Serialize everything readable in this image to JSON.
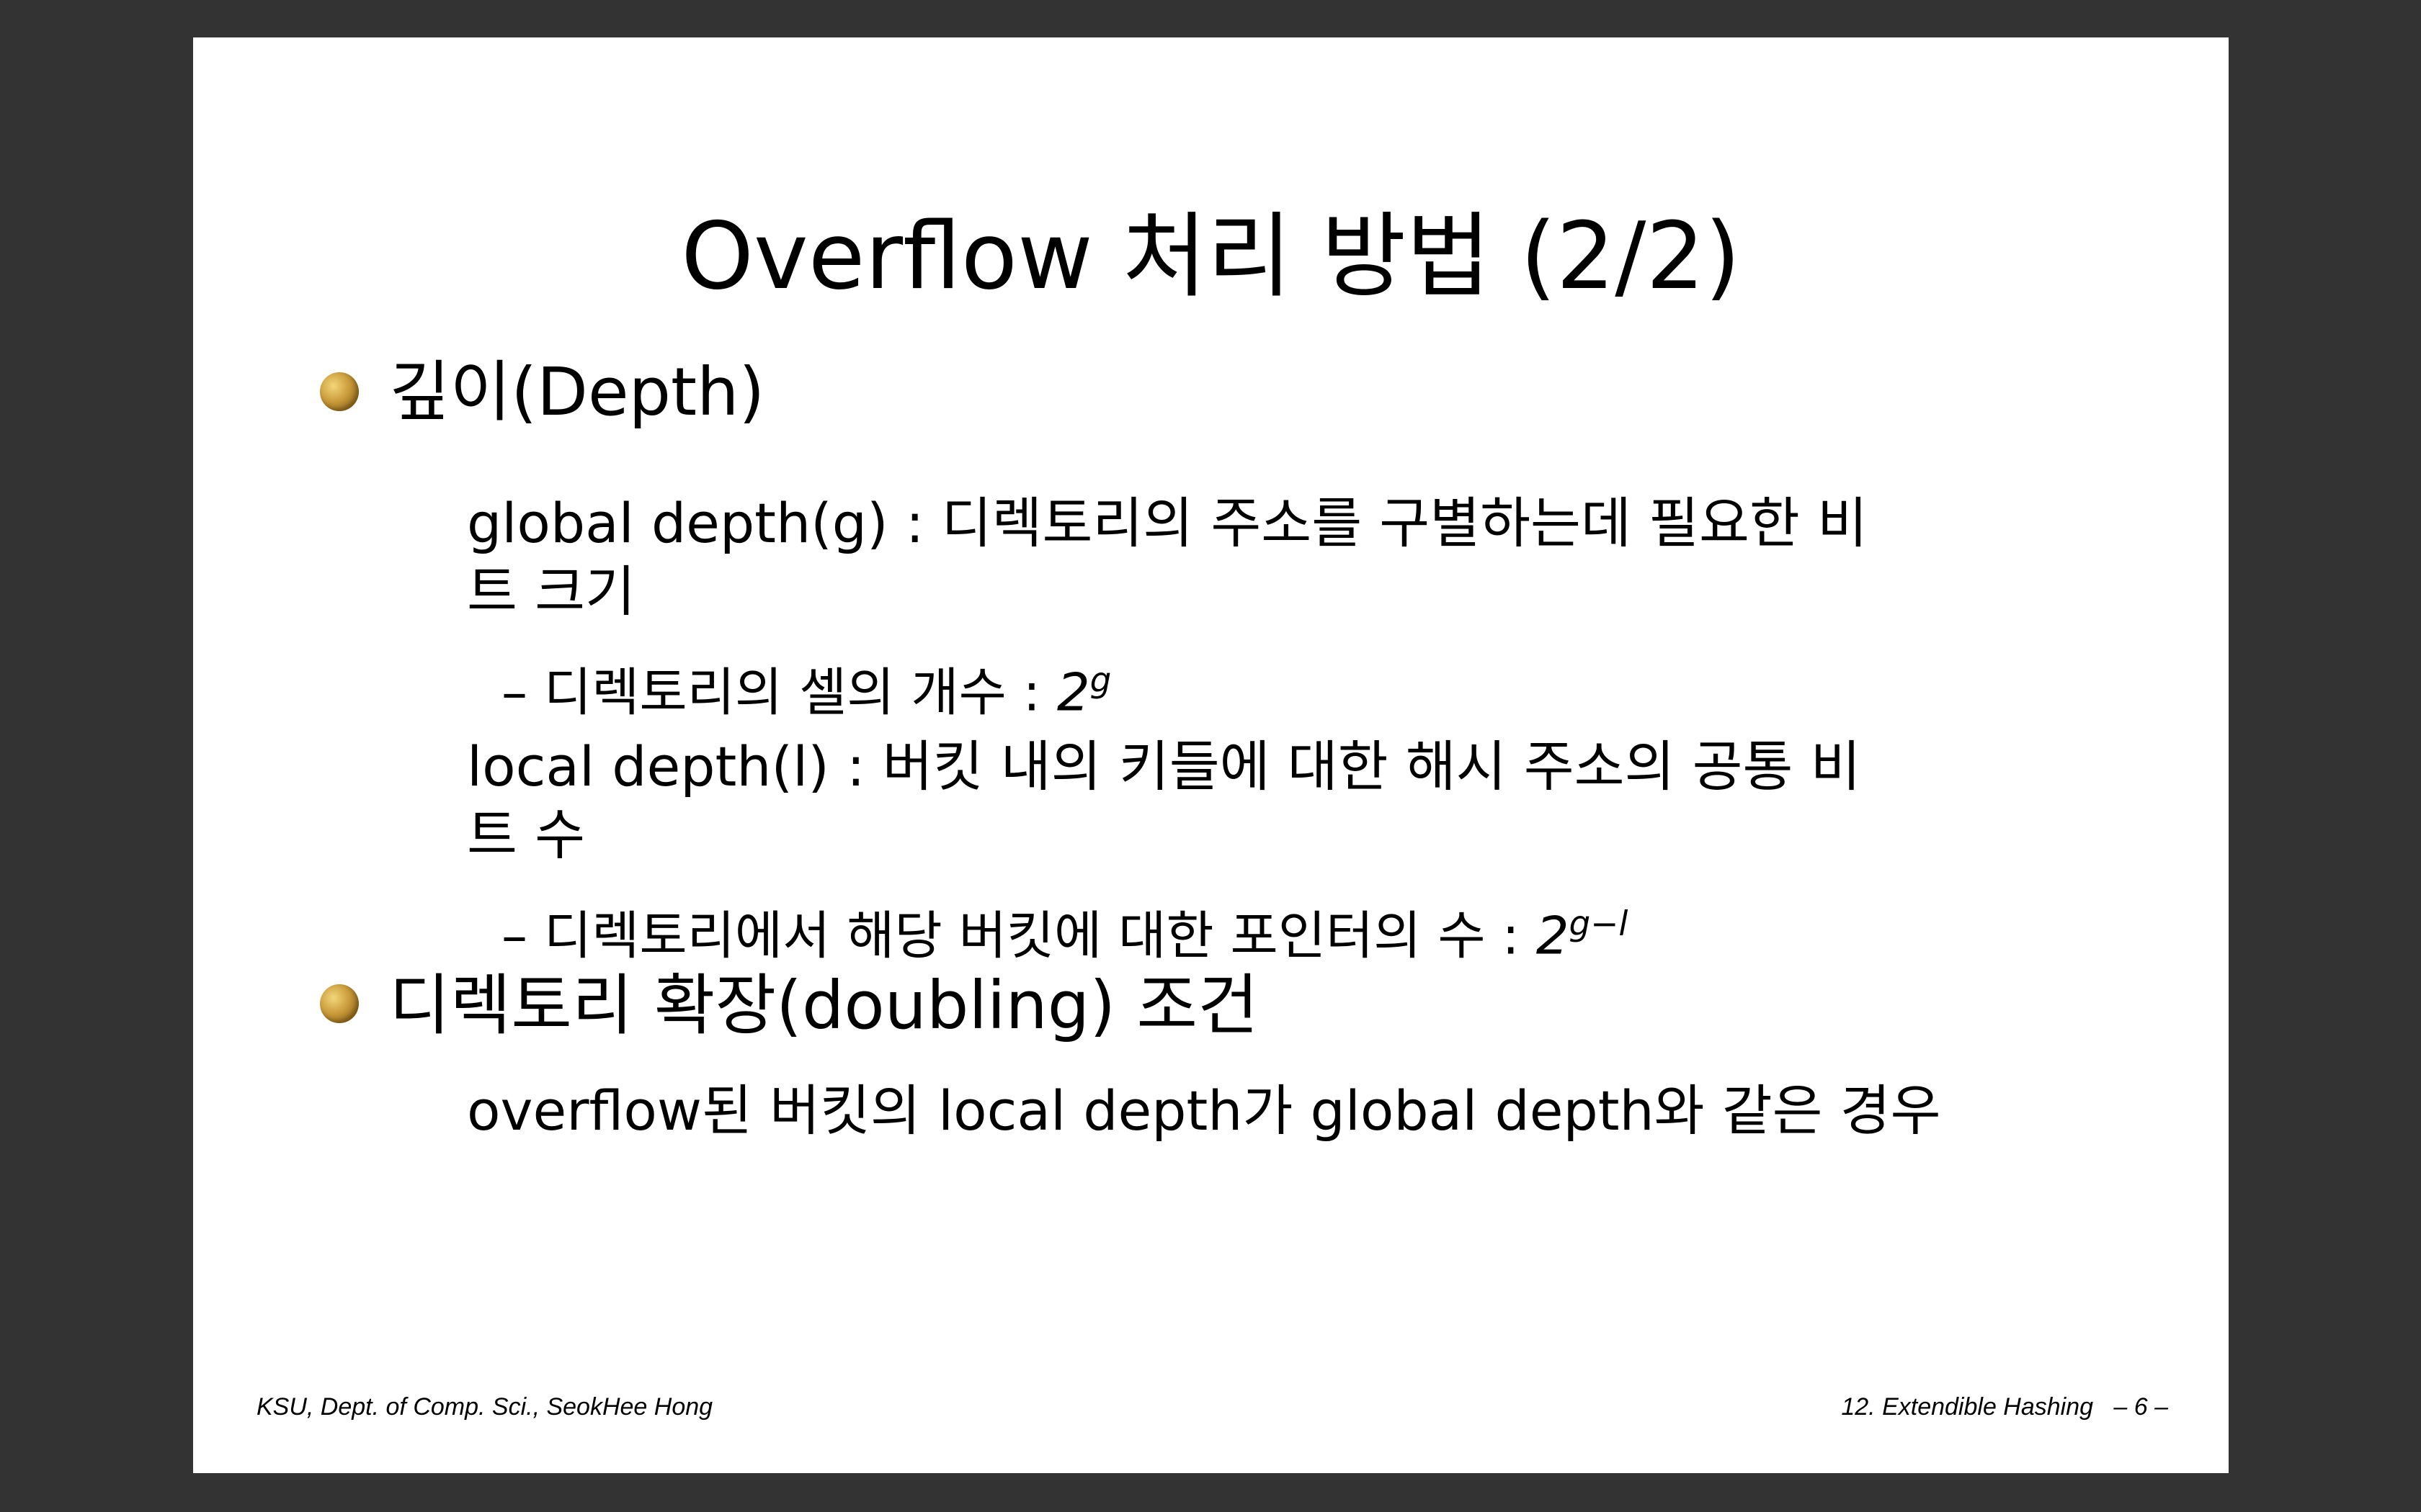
{
  "slide": {
    "title": "Overflow 처리 방법 (2/2)",
    "bullets": [
      {
        "heading": "깊이(Depth)",
        "items": [
          {
            "line1": "global depth(g) : 디렉토리의 주소를 구별하는데 필요한 비",
            "line2": "트 크기",
            "sub": {
              "text": "– 디렉토리의 셀의 개수 : ",
              "math_base": "2",
              "math_exp": "g"
            }
          },
          {
            "line1": "local depth(l) : 버킷 내의 키들에 대한 해시 주소의 공통 비",
            "line2": "트 수",
            "sub": {
              "text": "– 디렉토리에서 해당 버킷에 대한 포인터의 수 : ",
              "math_base": "2",
              "math_exp": "g−l"
            }
          }
        ]
      },
      {
        "heading": "디렉토리 확장(doubling) 조건",
        "items": [
          {
            "line1": "overflow된 버킷의 local depth가 global depth와 같은 경우"
          }
        ]
      }
    ],
    "footer_left": "KSU, Dept. of Comp. Sci., SeokHee Hong",
    "footer_right": "12. Extendible Hashing   – 6 –"
  },
  "colors": {
    "background": "#333333",
    "slide": "#ffffff",
    "text": "#000000",
    "bullet": "#c99a3a"
  },
  "icons": {
    "bullet": "gold-sphere-bullet-icon"
  }
}
